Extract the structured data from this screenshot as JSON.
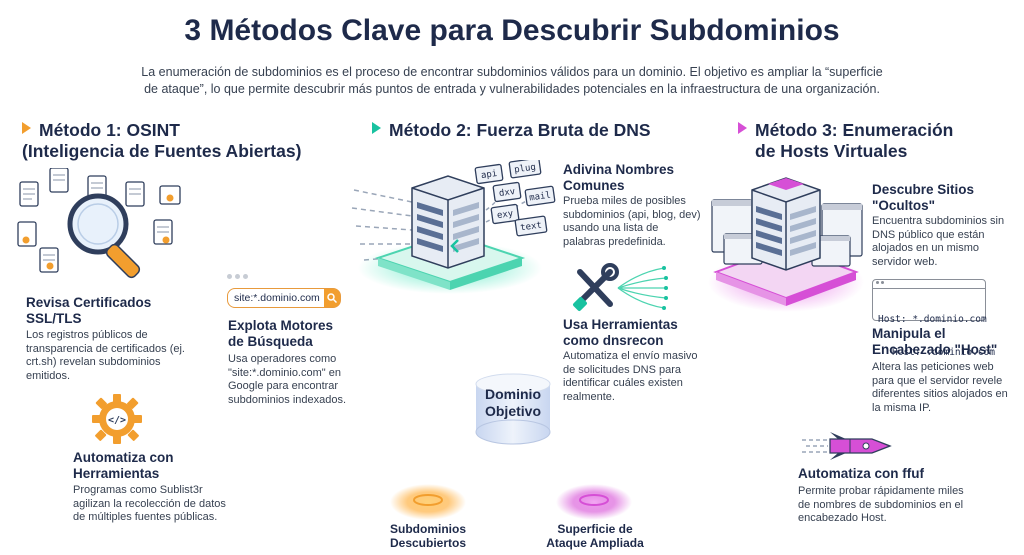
{
  "title": "3 Métodos Clave para Descubrir Subdominios",
  "intro": "La enumeración de subdominios es el proceso de encontrar subdominios válidos para un dominio. El objetivo es ampliar la “superficie de ataque”, lo que permite descubrir más puntos de entrada y vulnerabilidades potenciales en la infraestructura de una organización.",
  "colors": {
    "method1": "#f29e2e",
    "method2": "#19c2a0",
    "method3": "#d64fd6",
    "title": "#1e2a4a"
  },
  "method1": {
    "heading_line1": "Método 1: OSINT",
    "heading_line2": "(Inteligencia de Fuentes Abiertas)",
    "ssl_title_line1": "Revisa Certificados",
    "ssl_title_line2": "SSL/TLS",
    "ssl_desc": "Los registros públicos de transparencia de certificados (ej. crt.sh) revelan subdominios emitidos.",
    "search_box": "site:*.dominio.com",
    "search_title_line1": "Explota Motores",
    "search_title_line2": "de Búsqueda",
    "search_desc": "Usa operadores como \"site:*.dominio.com\" en Google para encontrar subdominios indexados.",
    "tools_title_line1": "Automatiza con",
    "tools_title_line2": "Herramientas",
    "tools_desc": "Programas como Sublist3r agilizan la recolección de datos de múltiples fuentes públicas."
  },
  "method2": {
    "heading": "Método 2: Fuerza Bruta de DNS",
    "word_tags": [
      "api",
      "plug",
      "dxv",
      "mail",
      "exy",
      "text"
    ],
    "guess_title_line1": "Adivina Nombres",
    "guess_title_line2": "Comunes",
    "guess_desc": "Prueba miles de posibles subdominios (api, blog, dev) usando una lista de palabras predefinida.",
    "tools_title_line1": "Usa Herramientas",
    "tools_title_line2": "como dnsrecon",
    "tools_desc": "Automatiza el envío masivo de solicitudes DNS para identificar cuáles existen realmente."
  },
  "method3": {
    "heading_line1": "Método 3: Enumeración",
    "heading_line2": "de Hosts Virtuales",
    "hidden_title_line1": "Descubre Sitios",
    "hidden_title_line2": "\"Ocultos\"",
    "hidden_desc": "Encuentra subdominios sin DNS público que están alojados en un mismo servidor web.",
    "host_line1": "Host: *.dominio.com",
    "host_line2": "Host: .dominio.com",
    "header_title_line1": "Manipula el",
    "header_title_line2": "Encabezado \"Host\"",
    "header_desc": "Altera las peticiones web para que el servidor revele diferentes sitios alojados en la misma IP.",
    "ffuf_title": "Automatiza con ffuf",
    "ffuf_desc": "Permite probar rápidamente miles de nombres de subdominios en el encabezado Host."
  },
  "center": {
    "target_line1": "Dominio",
    "target_line2": "Objetivo",
    "found_line1": "Subdominios",
    "found_line2": "Descubiertos",
    "surface_line1": "Superficie de",
    "surface_line2": "Ataque Ampliada"
  }
}
